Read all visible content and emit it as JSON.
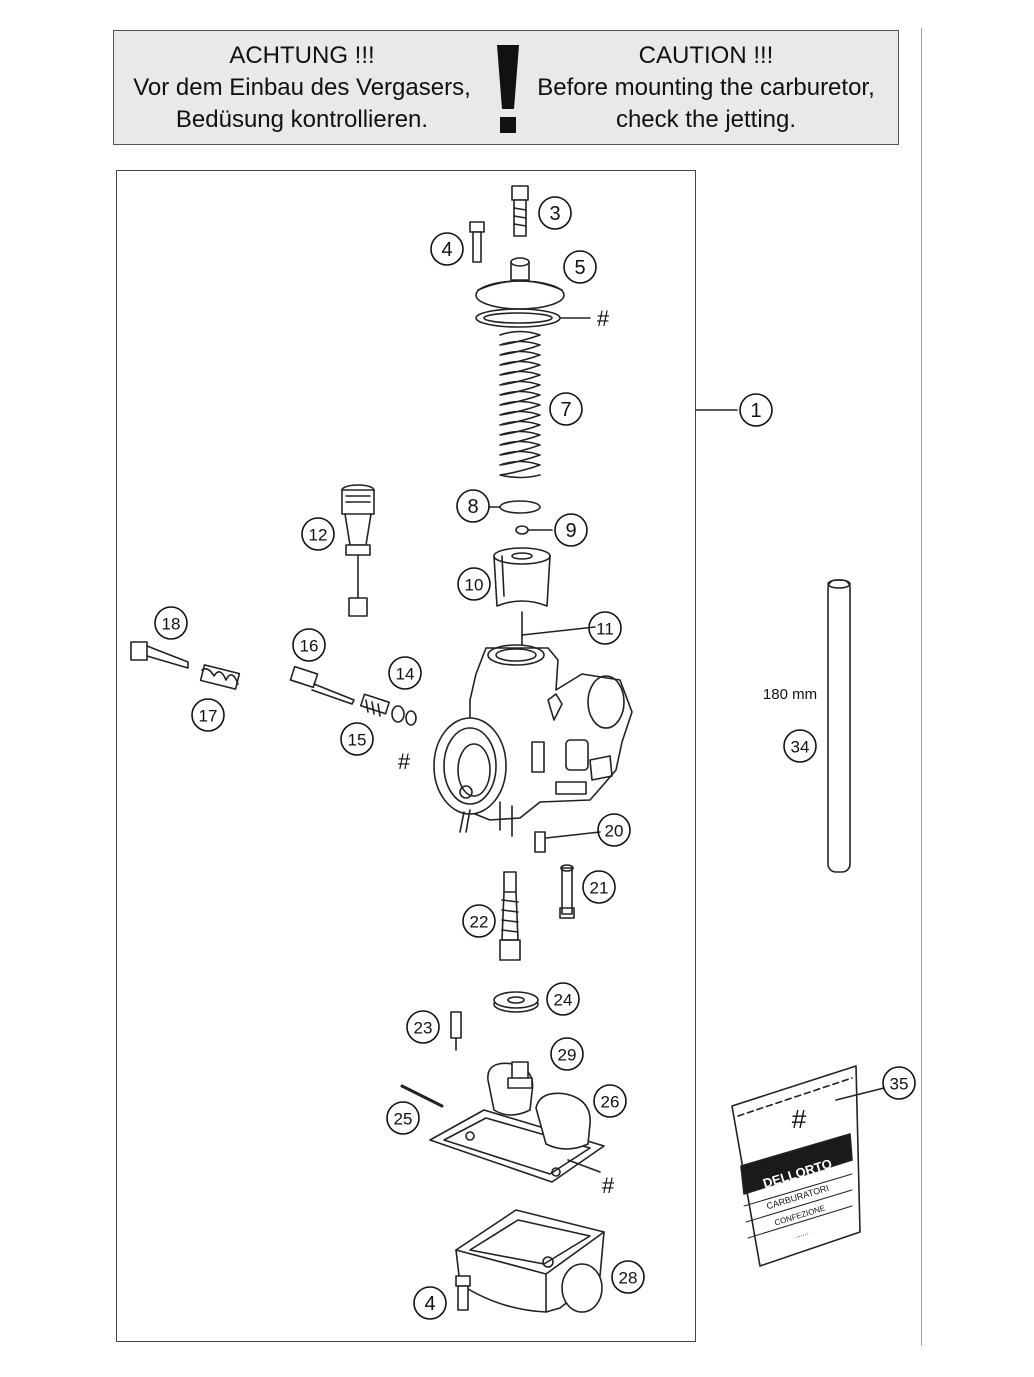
{
  "warning": {
    "german": {
      "heading": "ACHTUNG !!!",
      "line1": "Vor dem Einbau des Vergasers,",
      "line2": "Bedüsung kontrollieren."
    },
    "symbol": "!",
    "english": {
      "heading": "CAUTION !!!",
      "line1": "Before mounting the carburetor,",
      "line2": "check the jetting."
    }
  },
  "callouts": {
    "c1": "1",
    "c3": "3",
    "c4a": "4",
    "c5": "5",
    "c7": "7",
    "c8": "8",
    "c9": "9",
    "c10": "10",
    "c11": "11",
    "c12": "12",
    "c14": "14",
    "c15": "15",
    "c16": "16",
    "c17": "17",
    "c18": "18",
    "c20": "20",
    "c21": "21",
    "c22": "22",
    "c23": "23",
    "c24": "24",
    "c25": "25",
    "c26": "26",
    "c28": "28",
    "c29": "29",
    "c34": "34",
    "c35": "35",
    "c4b": "4"
  },
  "marks": {
    "hash": "#"
  },
  "tube": {
    "length_label": "180 mm"
  },
  "bag": {
    "brand": "DELLORTO",
    "line1": "CARBURATORI",
    "line2": "CONFEZIONE",
    "line3": "......"
  },
  "colors": {
    "warning_bg": "#e9e9e9",
    "edge_line": "#e08080",
    "ink": "#111111"
  }
}
